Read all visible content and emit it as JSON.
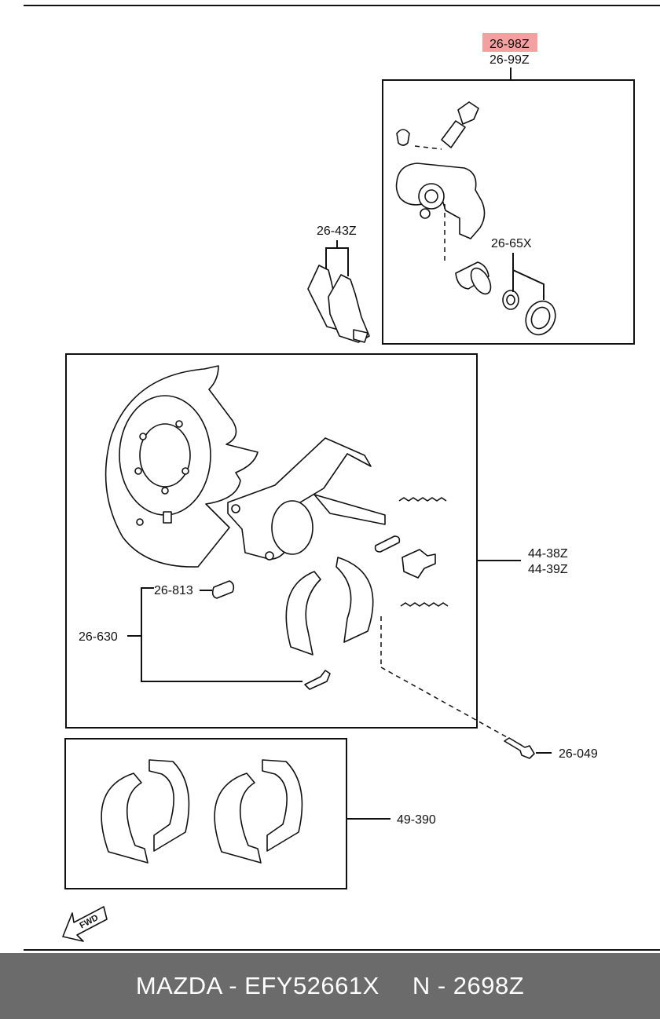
{
  "labels": {
    "caliper_kit_a": "26-98Z",
    "caliper_kit_b": "26-99Z",
    "pad_set": "26-43Z",
    "piston_seal_kit": "26-65X",
    "holddown_pin": "26-813",
    "holddown_set": "26-630",
    "backing_plate_a": "44-38Z",
    "backing_plate_b": "44-39Z",
    "mount_bolt": "26-049",
    "parking_shoe_set": "49-390",
    "fwd_arrow": "FWD"
  },
  "highlight_color": "#f4a0a0",
  "footer": {
    "brand_part": "MAZDA - EFY52661X",
    "ref_number": "N - 2698Z",
    "background": "#6b6b6b"
  }
}
